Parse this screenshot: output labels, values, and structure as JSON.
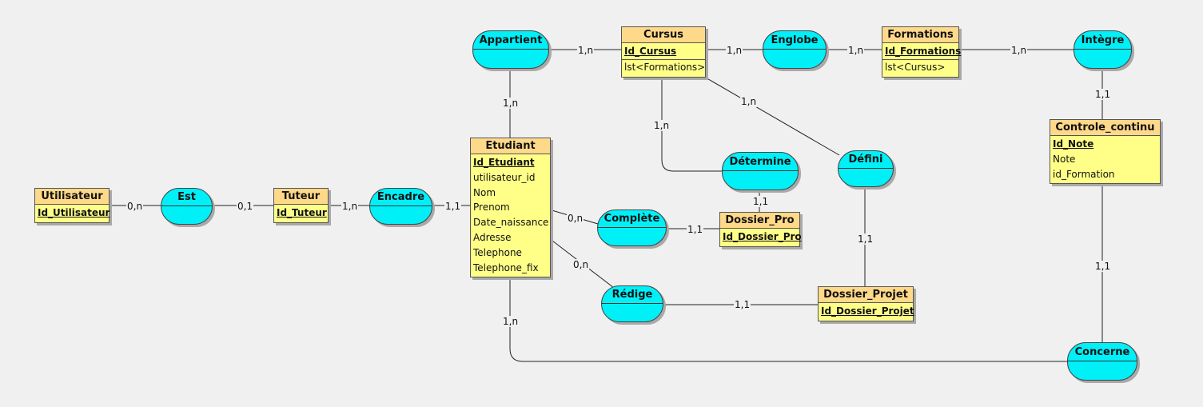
{
  "entities": {
    "utilisateur": {
      "title": "Utilisateur",
      "attrs": [
        "Id_Utilisateur"
      ]
    },
    "tuteur": {
      "title": "Tuteur",
      "attrs": [
        "Id_Tuteur"
      ]
    },
    "etudiant": {
      "title": "Etudiant",
      "attrs": [
        "Id_Etudiant",
        "utilisateur_id",
        "Nom",
        "Prenom",
        "Date_naissance",
        "Adresse",
        "Telephone",
        "Telephone_fix"
      ]
    },
    "cursus": {
      "title": "Cursus",
      "attrs": [
        "Id_Cursus",
        "lst<Formations>"
      ]
    },
    "formations": {
      "title": "Formations",
      "attrs": [
        "Id_Formations",
        "lst<Cursus>"
      ]
    },
    "dossier_pro": {
      "title": "Dossier_Pro",
      "attrs": [
        "Id_Dossier_Pro"
      ]
    },
    "dossier_projet": {
      "title": "Dossier_Projet",
      "attrs": [
        "Id_Dossier_Projet"
      ]
    },
    "controle_continu": {
      "title": "Controle_continu",
      "attrs": [
        "Id_Note",
        "Note",
        "id_Formation"
      ]
    }
  },
  "associations": {
    "est": "Est",
    "encadre": "Encadre",
    "appartient": "Appartient",
    "englobe": "Englobe",
    "integre": "Intègre",
    "determine": "Détermine",
    "defini": "Défini",
    "complete": "Complète",
    "redige": "Rédige",
    "concerne": "Concerne"
  },
  "cardinalities": {
    "utilisateur_est": "0,n",
    "est_tuteur": "0,1",
    "tuteur_encadre": "1,n",
    "encadre_etudiant": "1,1",
    "appartient_cursus": "1,n",
    "appartient_etudiant": "1,n",
    "cursus_englobe": "1,n",
    "englobe_formations": "1,n",
    "formations_integre": "1,n",
    "integre_controle": "1,1",
    "cursus_determine": "1,n",
    "determine_dossier_pro": "1,1",
    "cursus_defini": "1,n",
    "defini_dossier_projet": "1,1",
    "etudiant_complete": "0,n",
    "complete_dossier_pro": "1,1",
    "etudiant_redige": "0,n",
    "redige_dossier_projet": "1,1",
    "etudiant_concerne": "1,n",
    "controle_concerne": "1,1"
  },
  "colors": {
    "entity_header": "#ffd98a",
    "entity_body": "#ffff88",
    "association": "#00f0f8",
    "background": "#f0f0f0"
  }
}
